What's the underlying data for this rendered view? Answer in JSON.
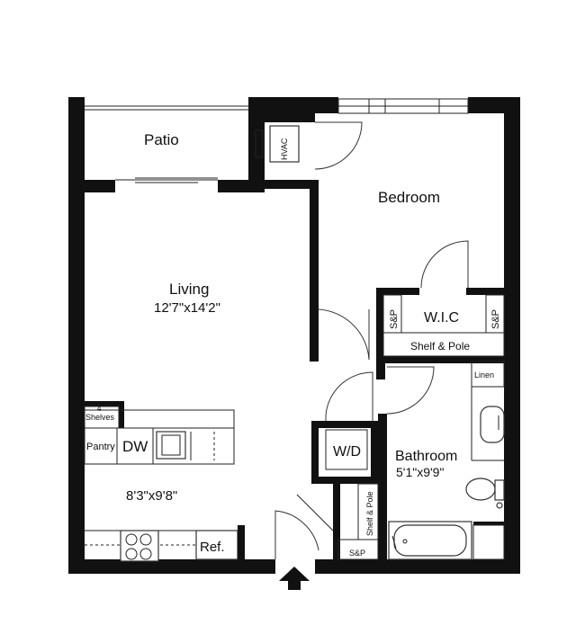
{
  "rooms": {
    "patio": "Patio",
    "hvac": "HVAC",
    "bedroom": "Bedroom",
    "living": {
      "name": "Living",
      "dims": "12'7\"x14'2\""
    },
    "wic": "W.I.C",
    "sp": "S&P",
    "shelf_pole": "Shelf & Pole",
    "linen": "Linen",
    "shelves": {
      "count": "4",
      "label": "Shelves"
    },
    "pantry": "Pantry",
    "dw": "DW",
    "wd": "W/D",
    "bathroom": {
      "name": "Bathroom",
      "dims": "5'1\"x9'9\""
    },
    "kitchen_dims": "8'3\"x9'8\"",
    "ref": "Ref."
  },
  "icons": [
    "entry-arrow-icon",
    "sink-icon",
    "stove-burner-icon",
    "toilet-icon",
    "bathtub-icon"
  ]
}
